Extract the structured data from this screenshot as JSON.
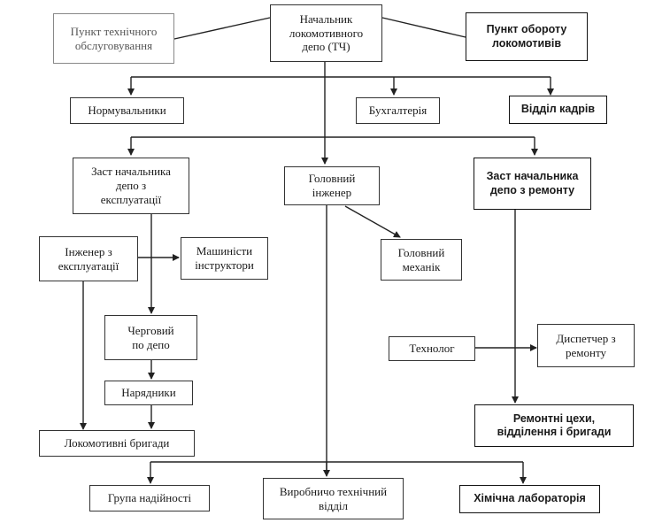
{
  "diagram": {
    "boxes": {
      "head": "Начальник\nлокомотивного\nдепо (ТЧ)",
      "tech_service_point": "Пункт технічного\nобслуговування",
      "loco_turnover_point": "Пункт обороту\nлокомотивів",
      "rate_setters": "Нормувальники",
      "accounting": "Бухгалтерія",
      "hr_department": "Відділ кадрів",
      "deputy_operations": "Заст  начальника\nдепо з\nексплуатації",
      "chief_engineer": "Головний\nінженер",
      "deputy_repair": "Заст  начальника\nдепо з ремонту",
      "operations_engineer": "Інженер з\nексплуатації",
      "driver_instructors": "Машиністи\nінструктори",
      "chief_mechanic": "Головний\nмеханік",
      "depot_duty_officer": "Черговий\nпо депо",
      "technologist": "Технолог",
      "repair_dispatcher": "Диспетчер з\nремонту",
      "dispatchers": "Нарядники",
      "locomotive_crews": "Локомотивні бригади",
      "repair_shops": "Ремонтні цехи,\nвідділення і бригади",
      "reliability_group": "Група надійності",
      "production_tech_dept": "Виробничо технічний\nвідділ",
      "chem_lab": "Хімічна лабораторія"
    }
  },
  "colors": {
    "ink": "#1a1a1a",
    "line": "#222222",
    "border": "#333333"
  }
}
